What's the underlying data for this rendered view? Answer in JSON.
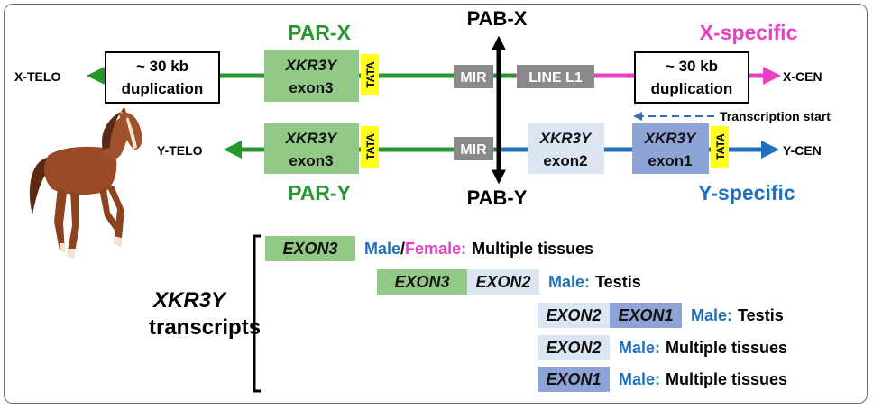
{
  "colors": {
    "green": "#27962f",
    "magenta": "#e83fc4",
    "blue": "#1f6fbd",
    "gray": "#8a8a8a",
    "exon3_fill": "#92c987",
    "exon2_fill": "#dce5f2",
    "exon1_fill": "#8ea3d6",
    "tata_fill": "#ffff1a"
  },
  "top_strand": {
    "telo_label": "X-TELO",
    "cen_label": "X-CEN",
    "region_label": "PAR-X",
    "specific_label": "X-specific",
    "boundary_label": "PAB-X",
    "dup_left": [
      "~ 30 kb",
      "duplication"
    ],
    "dup_right": [
      "~ 30 kb",
      "duplication"
    ],
    "exon3": [
      "XKR3Y",
      "exon3"
    ],
    "tata": "TATA",
    "mir": "MIR",
    "line_l1": "LINE L1"
  },
  "bottom_strand": {
    "telo_label": "Y-TELO",
    "cen_label": "Y-CEN",
    "region_label": "PAR-Y",
    "specific_label": "Y-specific",
    "boundary_label": "PAB-Y",
    "exon3": [
      "XKR3Y",
      "exon3"
    ],
    "exon2": [
      "XKR3Y",
      "exon2"
    ],
    "exon1": [
      "XKR3Y",
      "exon1"
    ],
    "tata_left": "TATA",
    "tata_right": "TATA",
    "mir": "MIR",
    "transcription_start": "Transcription start"
  },
  "transcripts": {
    "title_line1": "XKR3Y",
    "title_line2": "transcripts",
    "rows": [
      {
        "segments": [
          "EXON3"
        ],
        "male": "Male",
        "slash": "/",
        "female": "Female:",
        "tissue": "Multiple tissues"
      },
      {
        "segments": [
          "EXON3",
          "EXON2"
        ],
        "male": "Male:",
        "tissue": "Testis"
      },
      {
        "segments": [
          "EXON2",
          "EXON1"
        ],
        "male": "Male:",
        "tissue": "Testis"
      },
      {
        "segments": [
          "EXON2"
        ],
        "male": "Male:",
        "tissue": "Multiple tissues"
      },
      {
        "segments": [
          "EXON1"
        ],
        "male": "Male:",
        "tissue": "Multiple tissues"
      }
    ]
  }
}
